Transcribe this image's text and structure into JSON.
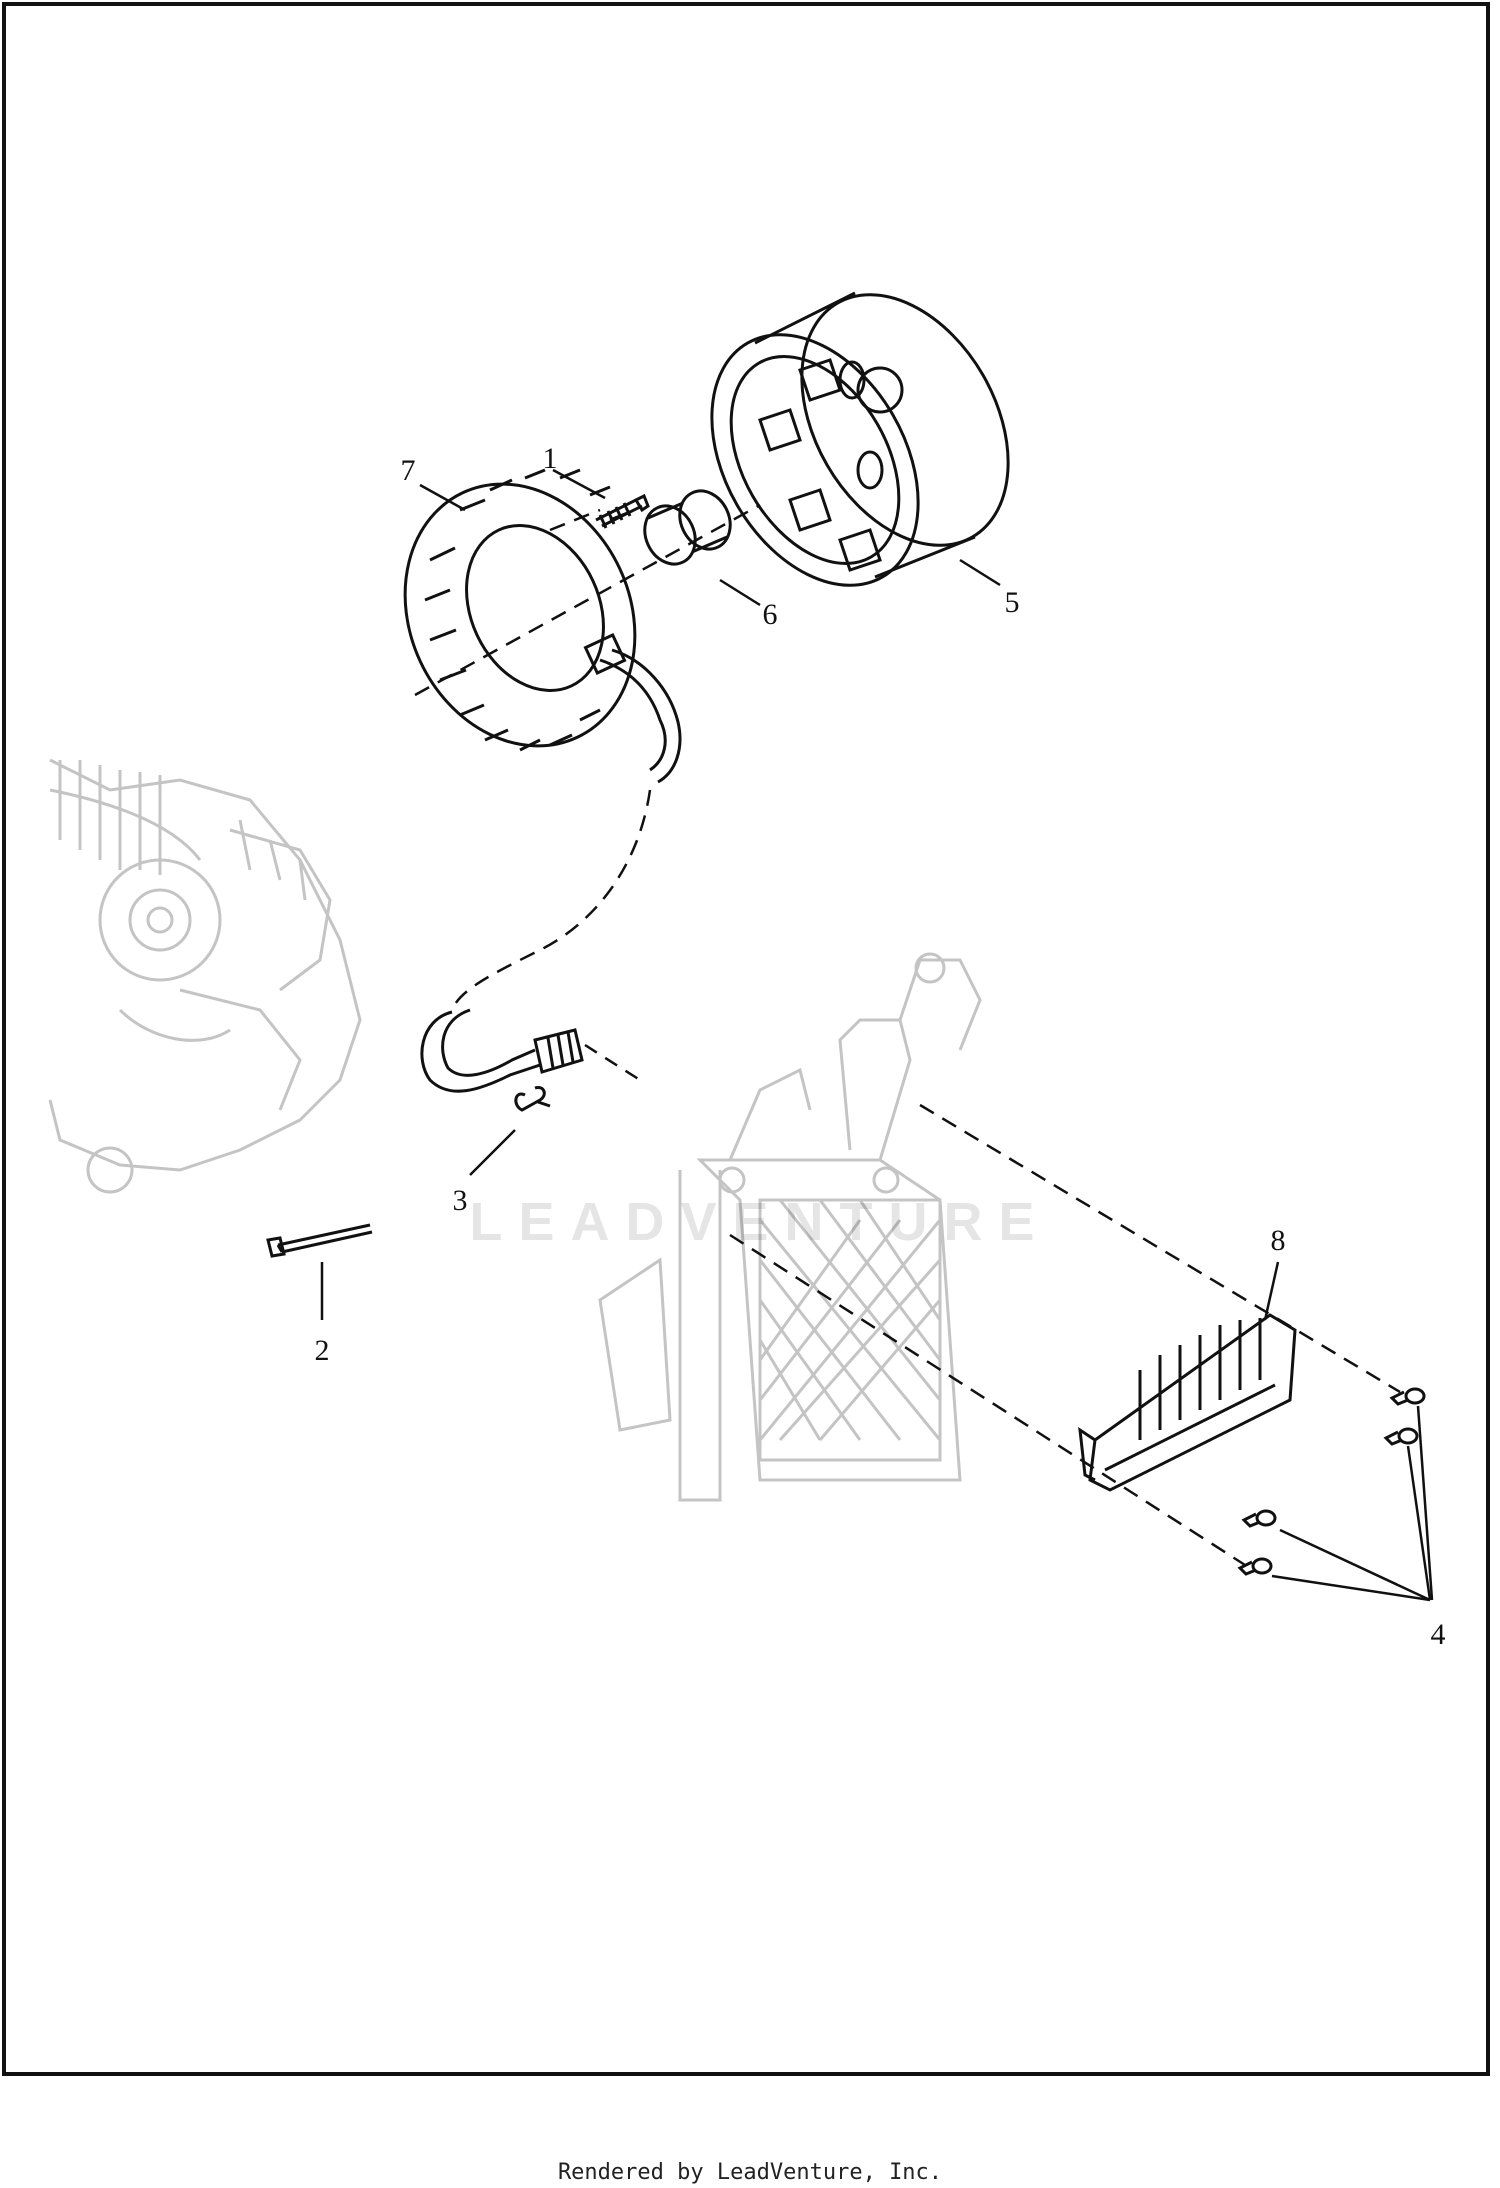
{
  "callouts": [
    {
      "id": "1",
      "label": "1"
    },
    {
      "id": "2",
      "label": "2"
    },
    {
      "id": "3",
      "label": "3"
    },
    {
      "id": "4",
      "label": "4"
    },
    {
      "id": "5",
      "label": "5"
    },
    {
      "id": "6",
      "label": "6"
    },
    {
      "id": "7",
      "label": "7"
    },
    {
      "id": "8",
      "label": "8"
    }
  ],
  "watermark": "LEADVENTURE",
  "footer": "Rendered by LeadVenture, Inc.",
  "colors": {
    "line": "#111111",
    "ghost": "#bdbdbd",
    "frame": "#111111"
  }
}
